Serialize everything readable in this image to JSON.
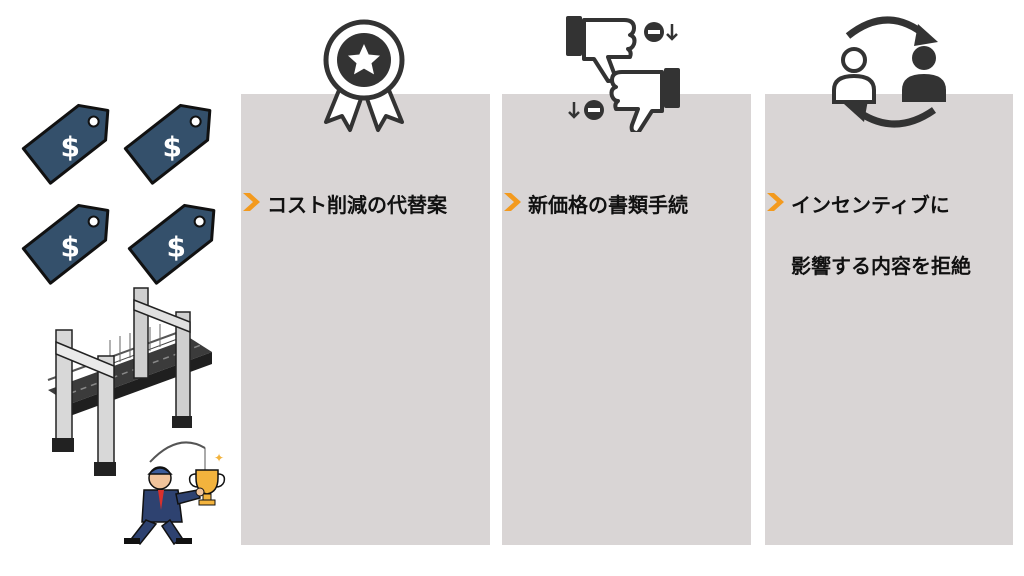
{
  "columns": [
    {
      "icon": "award-ribbon-icon",
      "text_lines": [
        "コスト削減の代替案"
      ]
    },
    {
      "icon": "thumbs-down-icon",
      "text_lines": [
        "新価格の書類手続"
      ]
    },
    {
      "icon": "person-swap-icon",
      "text_lines": [
        "インセンティブに",
        "影響する内容を拒絶"
      ]
    }
  ],
  "left_illustrations": [
    "price-tag-icon",
    "price-tag-icon",
    "price-tag-icon",
    "price-tag-icon",
    "bridge-illustration",
    "businessman-trophy-illustration"
  ],
  "colors": {
    "panel": "#d9d5d5",
    "accent": "#f39a1e",
    "tag": "#34506b",
    "icon_dark": "#3a3a3a"
  }
}
